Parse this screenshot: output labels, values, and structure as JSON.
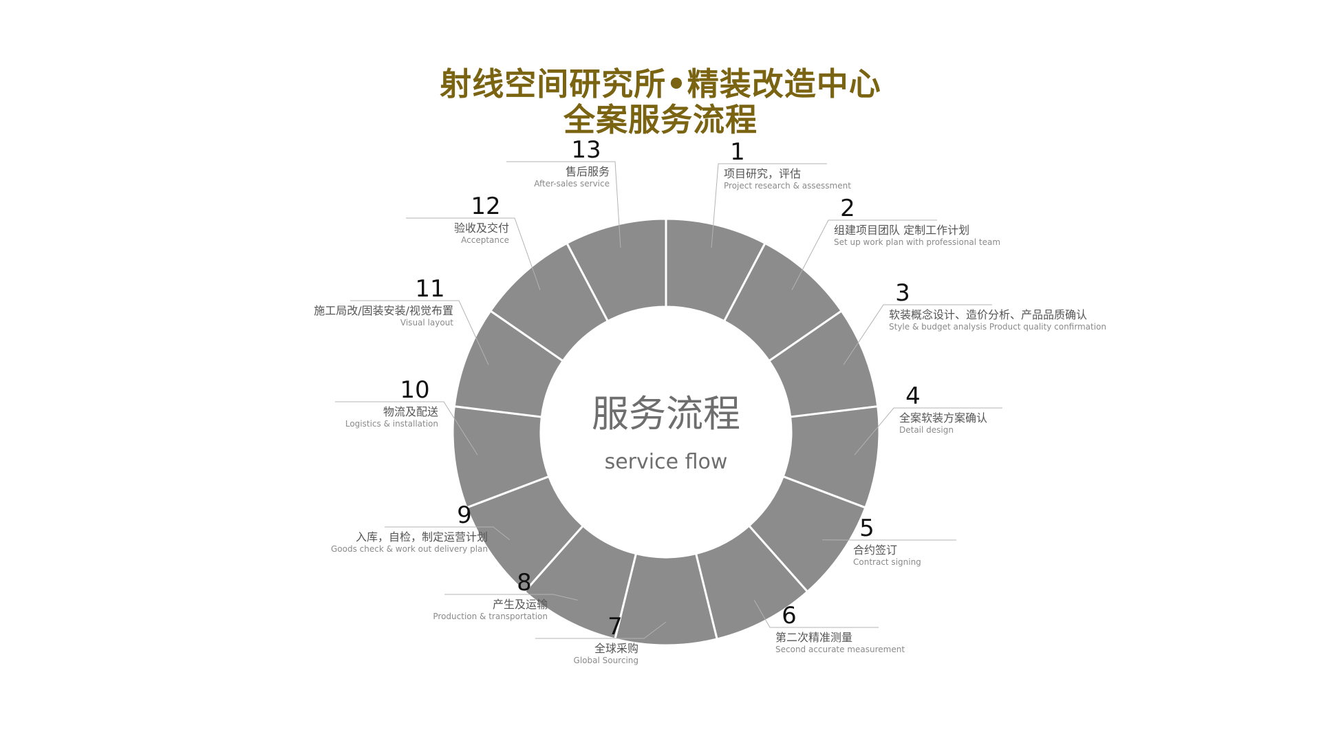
{
  "title": {
    "line1": "射线空间研究所•精装改造中心",
    "line2": "全案服务流程"
  },
  "center": {
    "zh": "服务流程",
    "en": "service flow"
  },
  "colors": {
    "title": "#7a6412",
    "ring": "#8c8c8c",
    "separator": "#ffffff",
    "leader": "#b3b3b3"
  },
  "steps": [
    {
      "num": "1",
      "zh": "项目研究，评估",
      "en": "Project research & assessment"
    },
    {
      "num": "2",
      "zh": "组建项目团队 定制工作计划",
      "en": "Set up work plan with professional team"
    },
    {
      "num": "3",
      "zh": "软装概念设计、造价分析、产品品质确认",
      "en": "Style & budget analysis Product quality confirmation"
    },
    {
      "num": "4",
      "zh": "全案软装方案确认",
      "en": "Detail design"
    },
    {
      "num": "5",
      "zh": "合约签订",
      "en": "Contract signing"
    },
    {
      "num": "6",
      "zh": "第二次精准测量",
      "en": "Second accurate measurement"
    },
    {
      "num": "7",
      "zh": "全球采购",
      "en": "Global Sourcing"
    },
    {
      "num": "8",
      "zh": "产生及运输",
      "en": "Production & transportation"
    },
    {
      "num": "9",
      "zh": "入库，自检，制定运营计划",
      "en": "Goods check & work out delivery plan"
    },
    {
      "num": "10",
      "zh": "物流及配送",
      "en": "Logistics & installation"
    },
    {
      "num": "11",
      "zh": "施工局改/固装安装/视觉布置",
      "en": "Visual layout"
    },
    {
      "num": "12",
      "zh": "验收及交付",
      "en": "Acceptance"
    },
    {
      "num": "13",
      "zh": "售后服务",
      "en": "After-sales service"
    }
  ]
}
